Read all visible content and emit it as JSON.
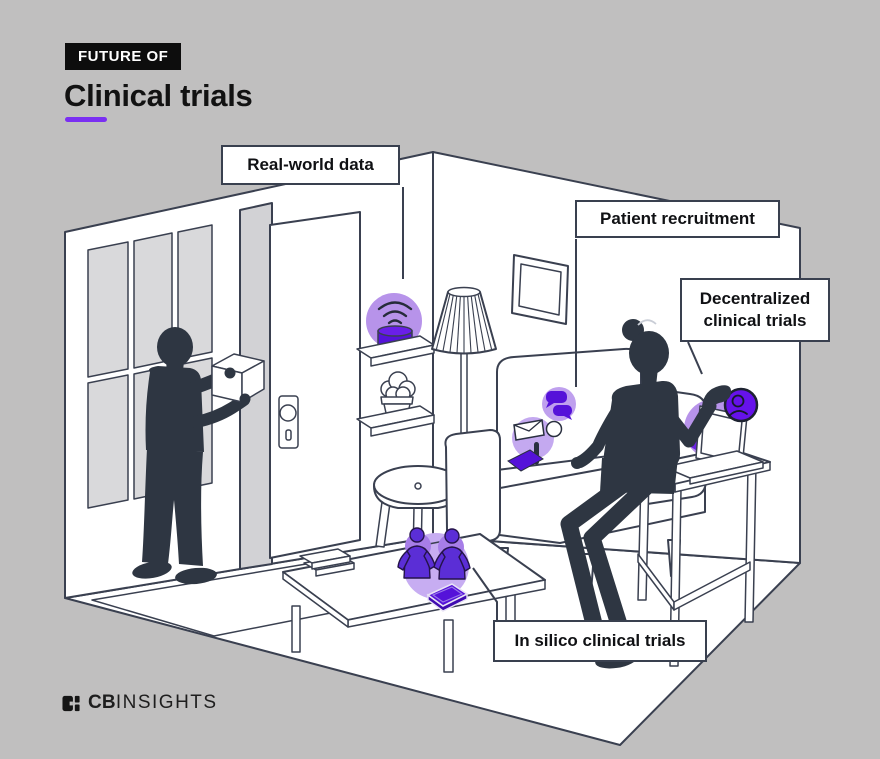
{
  "header": {
    "kicker": "FUTURE OF",
    "title": "Clinical trials"
  },
  "callouts": {
    "real_world": "Real-world data",
    "patient_recruitment": "Patient recruitment",
    "decentralized": "Decentralized clinical trials",
    "in_silico": "In silico clinical trials"
  },
  "footer": {
    "brand_bold": "CB",
    "brand_regular": "INSIGHTS"
  },
  "colors": {
    "background": "#c0bfbf",
    "accent_purple": "#7a2ff2",
    "purple_dark": "#5512d9",
    "purple_mid": "#6b22e2",
    "purple_light": "#b793ea",
    "purple_pale": "#c7adf2",
    "outline": "#3a4050",
    "silhouette": "#2e3642",
    "ink": "#121212",
    "panel": "#ffffff"
  },
  "icons": {
    "smart_speaker": "wifi-speaker-icon",
    "chat": "chat-bubbles-icon",
    "envelope": "envelope-icon",
    "alert": "exclamation-icon",
    "phone": "smartphone-icon",
    "telehealth": "doctor-video-call-icon",
    "virtual_patients": "avatar-pair-icon",
    "tablet": "tablet-icon",
    "brand": "cbinsights-logo-icon"
  }
}
